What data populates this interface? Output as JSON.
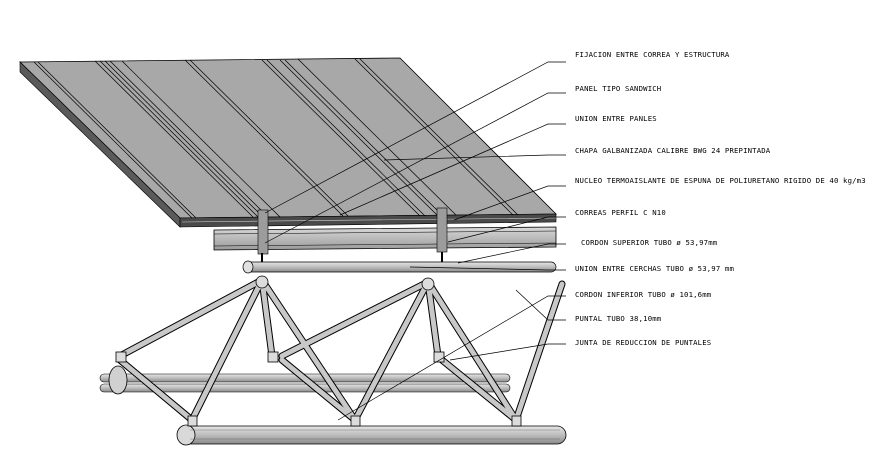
{
  "labels": [
    {
      "key": "fijacion",
      "text": "FIJACION ENTRE CORREA Y ESTRUCTURA"
    },
    {
      "key": "panel",
      "text": "PANEL TIPO SANDWICH"
    },
    {
      "key": "union_paneles",
      "text": "UNION ENTRE PANLES"
    },
    {
      "key": "chapa",
      "text": "CHAPA GALBANIZADA CALIBRE BWG 24 PREPINTADA"
    },
    {
      "key": "nucleo",
      "text": "NUCLEO TERMOAISLANTE DE ESPUNA DE POLIURETANO RIGIDO DE  40 kg/m3"
    },
    {
      "key": "correas",
      "text": "CORREAS PERFIL C N10"
    },
    {
      "key": "cordon_superior",
      "text": "CORDON SUPERIOR TUBO ø 53,97mm"
    },
    {
      "key": "union_cerchas",
      "text": "UNION ENTRE CERCHAS TUBO ø 53,97 mm"
    },
    {
      "key": "cordon_inferior",
      "text": "CORDON INFERIOR TUBO ø 101,6mm"
    },
    {
      "key": "puntal",
      "text": "PUNTAL TUBO 38,10mm"
    },
    {
      "key": "junta",
      "text": "JUNTA DE REDUCCION DE PUNTALES"
    }
  ],
  "colors": {
    "panel_top": "#a6a6a6",
    "panel_edge": "#3a3a3a",
    "steel": "#bdbdbd",
    "line": "#000000"
  }
}
